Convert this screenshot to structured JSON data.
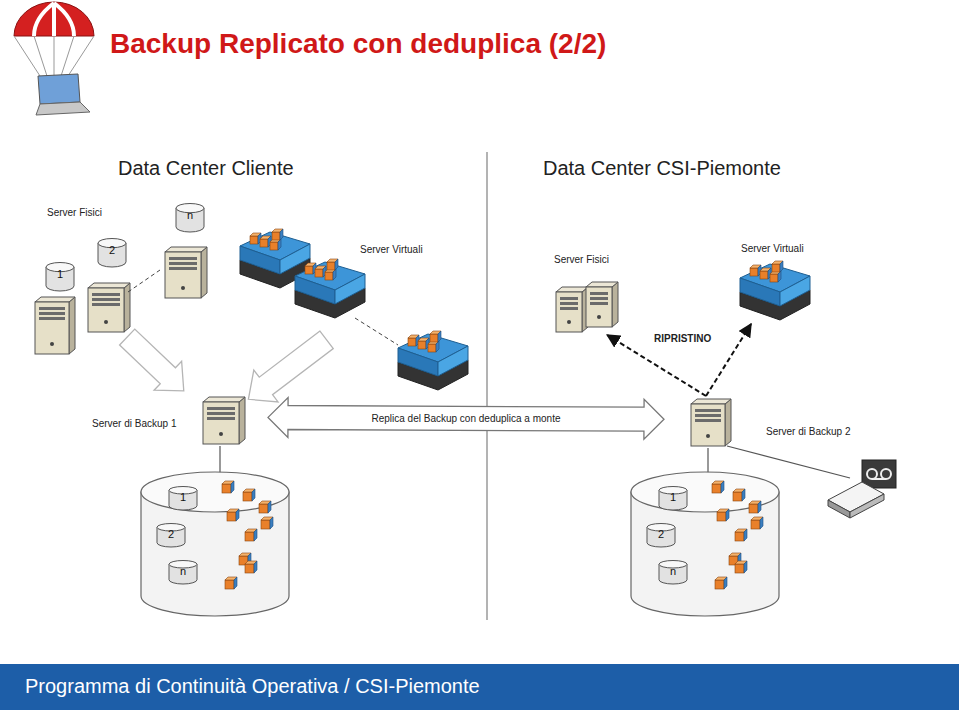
{
  "diagram": {
    "title": "Backup Replicato con deduplica (2/2)",
    "caption": "Programma di Continuità Operativa / CSI-Piemonte",
    "nodes": [
      {
        "text": [
          "Server Fisici"
        ]
      },
      {
        "text": [
          "1"
        ],
        "in": 0
      },
      {
        "text": [
          "2"
        ],
        "in": 0
      },
      {
        "text": [
          "n"
        ],
        "in": 0
      },
      {
        "text": [
          "Server Virtuali"
        ]
      },
      {
        "text": [
          "Server di Backup 1"
        ]
      },
      {
        "text": [
          "1"
        ]
      },
      {
        "text": [
          "2"
        ]
      },
      {
        "text": [
          "n"
        ]
      },
      {
        "text": [
          "Server Fisici"
        ]
      },
      {
        "text": [
          "Server Virtuali"
        ]
      },
      {
        "text": [
          "Server di Backup 2"
        ]
      },
      {
        "text": [
          "1"
        ]
      },
      {
        "text": [
          "2"
        ]
      },
      {
        "text": [
          "n"
        ]
      }
    ],
    "edges": [
      {
        "from": 0,
        "to": 5,
        "arrow": "to"
      },
      {
        "from": 4,
        "to": 5,
        "arrow": "to"
      },
      {
        "from": 5,
        "to": 11,
        "label": "Replica del Backup con deduplica a monte",
        "arrow": "both"
      },
      {
        "from": 11,
        "to": 9,
        "arrow": "to"
      },
      {
        "from": 11,
        "to": 10,
        "arrow": "to"
      }
    ],
    "labels": [
      "Data Center Cliente",
      "Data Center CSI-Piemonte",
      "RIPRISTINO"
    ]
  }
}
